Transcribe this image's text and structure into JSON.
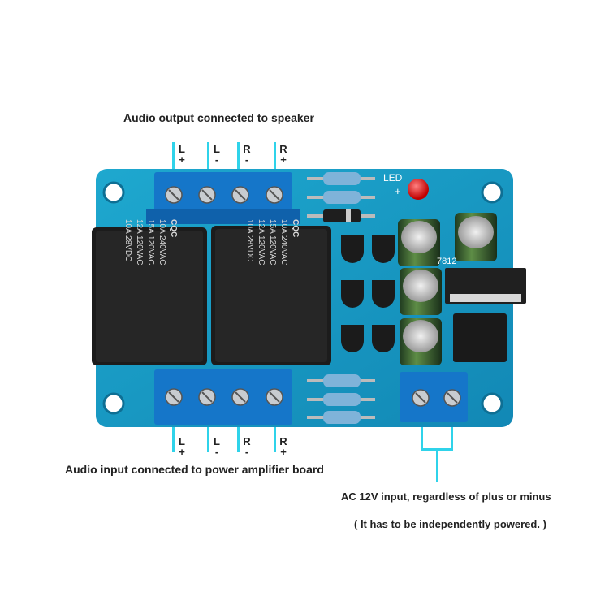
{
  "captions": {
    "top": "Audio output connected to speaker",
    "bottom": "Audio input connected to power amplifier board",
    "power": "AC 12V input, regardless of plus or minus",
    "power_note": "( It has to be independently powered. )"
  },
  "terminals_top": [
    {
      "ch": "L",
      "pol": "+"
    },
    {
      "ch": "L",
      "pol": "-"
    },
    {
      "ch": "R",
      "pol": "-"
    },
    {
      "ch": "R",
      "pol": "+"
    }
  ],
  "terminals_bottom": [
    {
      "ch": "L",
      "pol": "+"
    },
    {
      "ch": "L",
      "pol": "-"
    },
    {
      "ch": "R",
      "pol": "-"
    },
    {
      "ch": "R",
      "pol": "+"
    }
  ],
  "board": {
    "led_label": "LED",
    "led_plus": "+",
    "regulator_label": "7812",
    "relay_brand": "CQC",
    "relay_lines": [
      "10A 240VAC",
      "15A 120VAC",
      "12A 120VAC",
      "10A 28VDC"
    ]
  },
  "colors": {
    "pcb": "#1aa0c8",
    "terminal": "#1576c9",
    "relay": "#1c1c1c",
    "accent_line": "#2fd3ea"
  }
}
